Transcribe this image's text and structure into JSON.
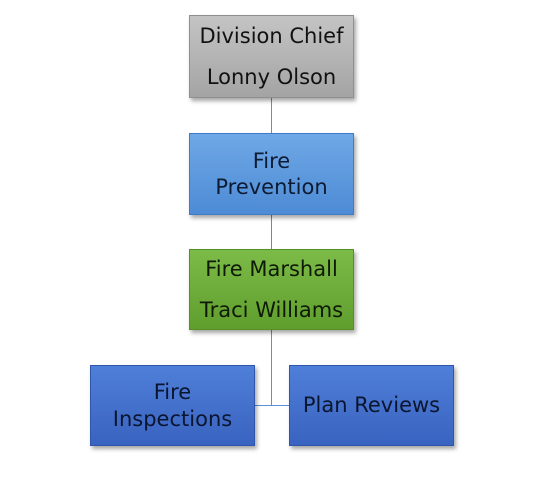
{
  "org_chart": {
    "division_chief": {
      "title": "Division Chief",
      "name": "Lonny Olson"
    },
    "fire_prevention": {
      "line1": "Fire",
      "line2": "Prevention"
    },
    "fire_marshall": {
      "title": "Fire Marshall",
      "name": "Traci Williams"
    },
    "fire_inspections": {
      "line1": "Fire",
      "line2": "Inspections"
    },
    "plan_reviews": {
      "label": "Plan Reviews"
    }
  },
  "colors": {
    "gray_box": "#a9a9a9",
    "light_blue_box": "#5b9bd5",
    "green_box": "#70ad47",
    "blue_box": "#4472c4",
    "connector": "#5b8fd6"
  }
}
